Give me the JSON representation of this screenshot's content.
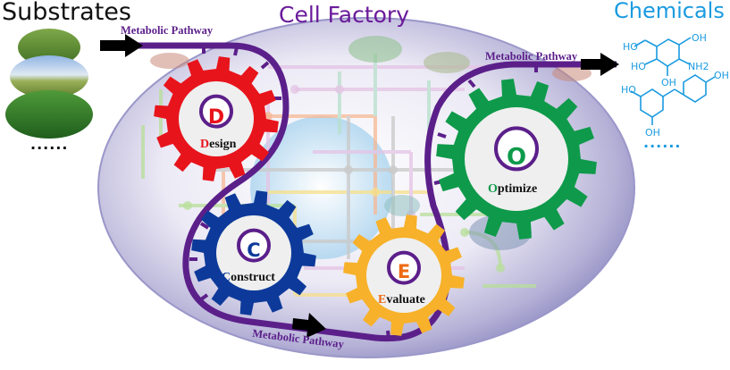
{
  "titles": {
    "substrates": "Substrates",
    "cell_factory": "Cell Factory",
    "chemicals": "Chemicals"
  },
  "substrates": {
    "images": [
      "grass-field-image",
      "wheat-field-sky-image",
      "wheat-plants-image"
    ],
    "more": "......"
  },
  "chemicals": {
    "molecules": [
      {
        "name": "glucosamine-structure",
        "labels": [
          "HO",
          "OH",
          "HO",
          "NH2",
          "OH"
        ]
      },
      {
        "name": "resveratrol-analog-structure",
        "labels": [
          "HO",
          "OH",
          "OH"
        ]
      }
    ],
    "more": "......"
  },
  "pathway_labels": {
    "top_left": "Metabolic Pathway",
    "top_right": "Metabolic Pathway",
    "bottom": "Metabolic Pathway"
  },
  "gears": [
    {
      "id": "design",
      "letter": "D",
      "label_first": "D",
      "label_rest": "esign",
      "color": "#e8141c",
      "letter_color": "#e8141c"
    },
    {
      "id": "construct",
      "letter": "C",
      "label_first": "C",
      "label_rest": "onstruct",
      "color": "#0d3a9a",
      "letter_color": "#0d3a9a"
    },
    {
      "id": "evaluate",
      "letter": "E",
      "label_first": "E",
      "label_rest": "valuate",
      "color": "#f7b12a",
      "letter_color": "#ee6a12"
    },
    {
      "id": "optimize",
      "letter": "O",
      "label_first": "O",
      "label_rest": "ptimize",
      "color": "#0e9a4a",
      "letter_color": "#0e9a4a"
    }
  ],
  "colors": {
    "pathway": "#5b1f8a",
    "arrow": "#000000",
    "chem_blue": "#1a9be0",
    "cell_fill": "#c9c6e4",
    "ring": "#5b1f8a"
  }
}
